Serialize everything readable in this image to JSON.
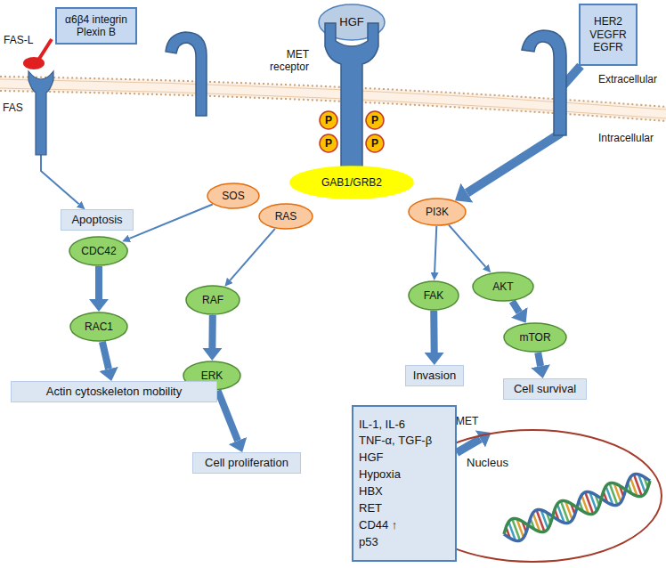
{
  "diagram": {
    "nodes": [
      {
        "text": [
          "α6β4 integrin",
          "Plexin B"
        ]
      },
      {
        "text": [
          "HGF"
        ]
      },
      {
        "text": [
          "HER2",
          "VEGFR",
          "EGFR"
        ]
      },
      {
        "text": [
          "FAS"
        ]
      },
      {
        "text": [
          "MET receptor"
        ]
      },
      {
        "text": [
          "P"
        ]
      },
      {
        "text": [
          "P"
        ]
      },
      {
        "text": [
          "P"
        ]
      },
      {
        "text": [
          "P"
        ]
      },
      {
        "text": [
          "GAB1/GRB2"
        ]
      },
      {
        "text": [
          "SOS"
        ]
      },
      {
        "text": [
          "RAS"
        ]
      },
      {
        "text": [
          "PI3K"
        ]
      },
      {
        "text": [
          "Apoptosis"
        ]
      },
      {
        "text": [
          "CDC42"
        ]
      },
      {
        "text": [
          "AKT"
        ]
      },
      {
        "text": [
          "FAK"
        ]
      },
      {
        "text": [
          "RAF"
        ]
      },
      {
        "text": [
          "RAC1"
        ]
      },
      {
        "text": [
          "mTOR"
        ]
      },
      {
        "text": [
          "ERK"
        ]
      },
      {
        "text": [
          "Invasion"
        ]
      },
      {
        "text": [
          "Cell survival"
        ]
      },
      {
        "text": [
          "Actin cytoskeleton mobility"
        ]
      },
      {
        "text": [
          "IL-1, IL-6",
          "TNF-α, TGF-β",
          "HGF",
          "Hypoxia",
          "HBX",
          "RET",
          "CD44 ↑",
          "p53"
        ]
      },
      {
        "text": [
          "Nucleus"
        ]
      },
      {
        "text": [
          "Cell proliferation"
        ]
      }
    ],
    "edges": [
      {
        "from": 3,
        "to": 13,
        "arrow": "to"
      },
      {
        "from": 10,
        "to": 14,
        "arrow": "to"
      },
      {
        "from": 14,
        "to": 18,
        "arrow": "to"
      },
      {
        "from": 18,
        "to": 23,
        "arrow": "to"
      },
      {
        "from": 11,
        "to": 17,
        "arrow": "to"
      },
      {
        "from": 17,
        "to": 20,
        "arrow": "to"
      },
      {
        "from": 20,
        "to": 26,
        "arrow": "to"
      },
      {
        "from": 12,
        "to": 16,
        "arrow": "to"
      },
      {
        "from": 16,
        "to": 21,
        "arrow": "to"
      },
      {
        "from": 12,
        "to": 15,
        "arrow": "to"
      },
      {
        "from": 15,
        "to": 19,
        "arrow": "to"
      },
      {
        "from": 19,
        "to": 22,
        "arrow": "to"
      },
      {
        "from": 2,
        "to": 12,
        "arrow": "to"
      },
      {
        "from": 24,
        "to": 25,
        "label": "c-MET",
        "arrow": "to"
      }
    ],
    "labels": [
      "FAS-L",
      "Extracellular",
      "Intracellular"
    ]
  }
}
